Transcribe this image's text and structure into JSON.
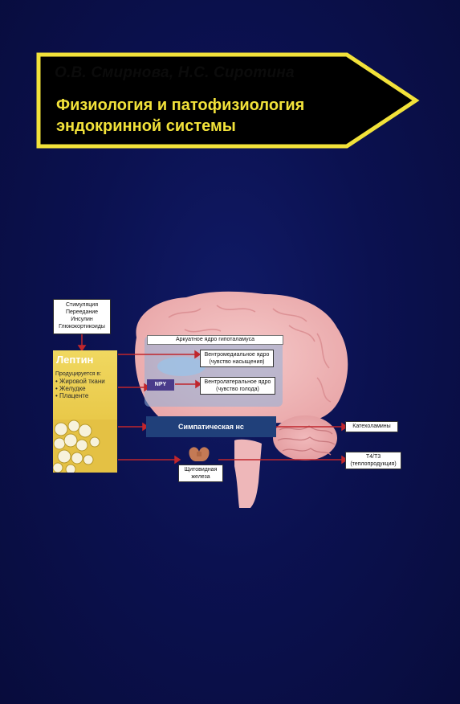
{
  "book": {
    "authors": "О.В. Смирнова, Н.С. Сиротина",
    "title_line1": "Физиология и патофизиология",
    "title_line2": "эндокринной системы"
  },
  "colors": {
    "background": "#0a0f45",
    "banner_border": "#f2e23a",
    "banner_fill": "#000000",
    "arrow": "#c0262c"
  },
  "diagram": {
    "stimuli": [
      "Стимуляция",
      "Переедание",
      "Инсулин",
      "Глюкокортикоиды"
    ],
    "leptin": {
      "title": "Лептин",
      "produced_in": "Продуцируется в:",
      "sources": [
        "•  Жировой ткани",
        "•  Желудке",
        "•  Плаценте"
      ]
    },
    "arcuate": "Аркуатное ядро гипоталамуса",
    "vmn_line1": "Вентромедиальное ядро",
    "vmn_line2": "(чувство насыщения)",
    "vln_line1": "Вентролатеральное ядро",
    "vln_line2": "(чувство голода)",
    "npy": "NPY",
    "sympathetic": "Симпатическая нс",
    "catecholamines": "Катехоламины",
    "thyroid_line1": "Щитовидная",
    "thyroid_line2": "железа",
    "t4t3_line1": "Т4/Т3",
    "t4t3_line2": "(теплопродукция)"
  }
}
